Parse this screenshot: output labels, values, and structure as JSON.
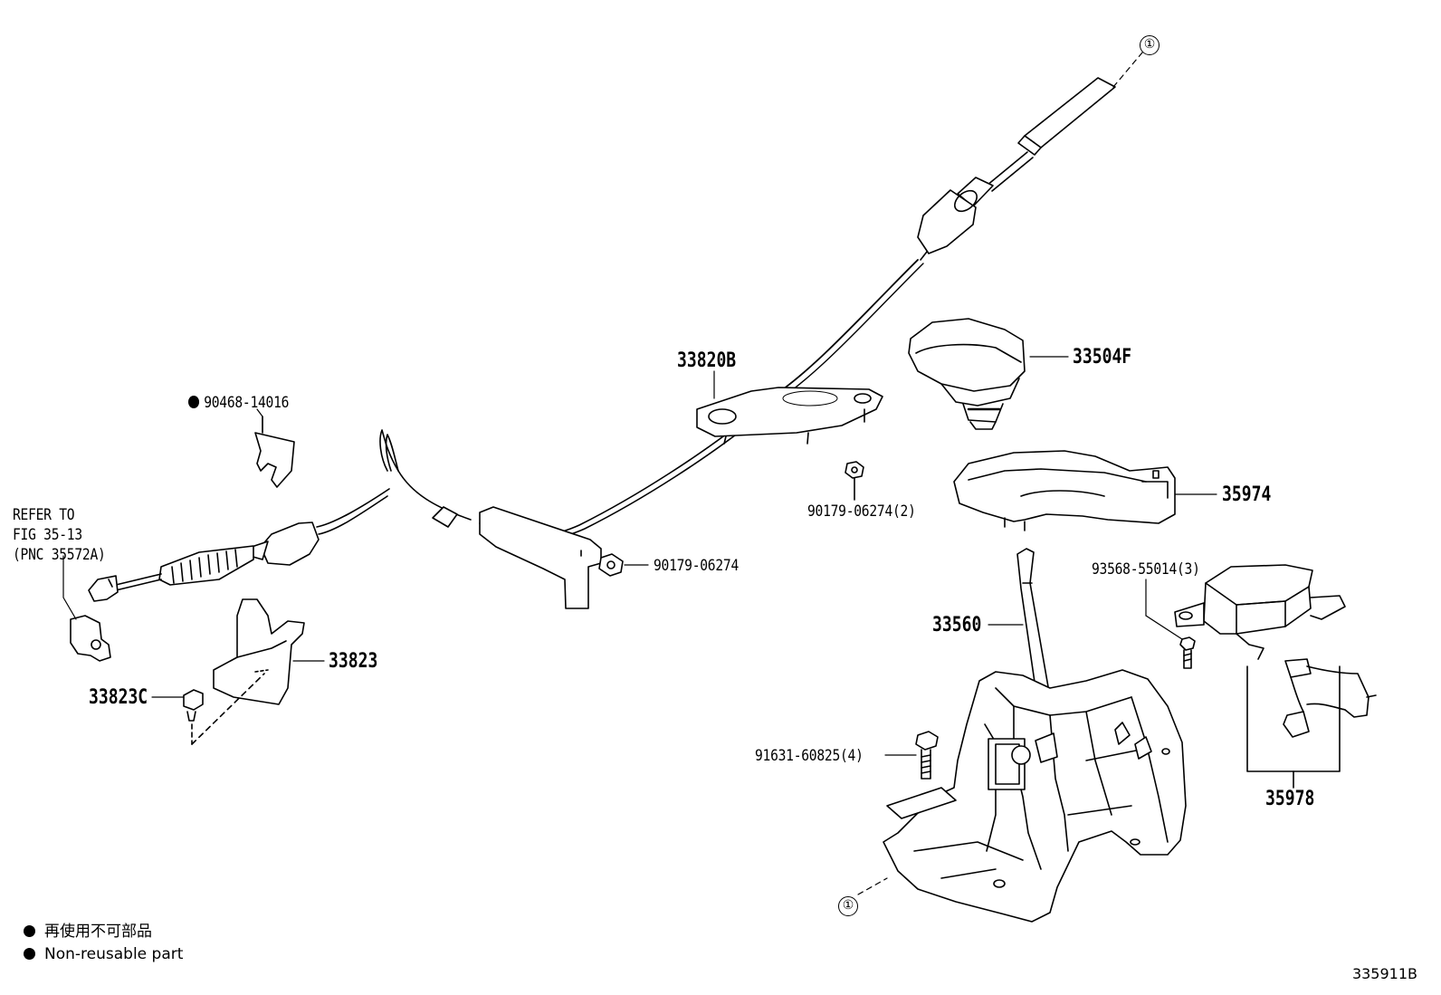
{
  "labels": {
    "cable": "33820B",
    "knob": "33504F",
    "housing_cover": "35974",
    "lever": "33560",
    "retainer": "33823",
    "bolt_retainer": "33823C",
    "indicator": "35978",
    "clip": "90468-14016",
    "nut_single": "90179-06274",
    "nut_pair": "90179-06274(2)",
    "screw_3": "93568-55014(3)",
    "bolt_4": "91631-60825(4)"
  },
  "refer_note": [
    "REFER TO",
    "FIG 35-13",
    "(PNC 35572A)"
  ],
  "callout_mark": "①",
  "legend": {
    "japanese": "再使用不可部品",
    "english": "Non-reusable part"
  },
  "figure_number": "335911B",
  "icons": [
    "filled-dot-icon"
  ]
}
